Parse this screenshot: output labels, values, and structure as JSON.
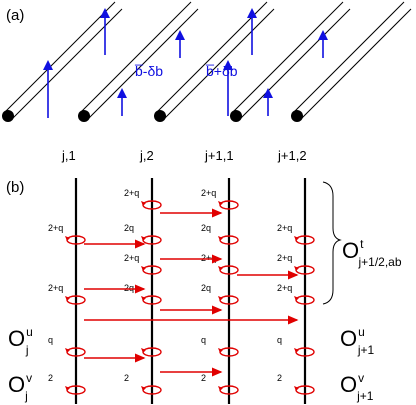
{
  "panel_a": {
    "label": "(a)",
    "field_labels": {
      "minus": "b̅-δb",
      "plus": "b̅+δb"
    },
    "column_labels": [
      "j,1",
      "j,2",
      "j+1,1",
      "j+1,2"
    ]
  },
  "panel_b": {
    "label": "(b)",
    "loop_rows": [
      {
        "labels": [
          "",
          "2+q",
          "2+q",
          ""
        ]
      },
      {
        "labels": [
          "2+q",
          "2q",
          "2q",
          "2+q"
        ]
      },
      {
        "labels": [
          "",
          "2+q",
          "2+q",
          "2+q"
        ]
      },
      {
        "labels": [
          "2+q",
          "2q",
          "2q",
          "2+q"
        ]
      },
      {
        "labels": [
          "q",
          "",
          "q",
          "q"
        ]
      },
      {
        "labels": [
          "2",
          "2",
          "2",
          "2"
        ]
      }
    ],
    "operators": {
      "ot_main": "O",
      "ot_sup": "t",
      "ot_sub": "j+1/2,ab",
      "ou_left_main": "O",
      "ou_left_sup": "u",
      "ou_left_sub": "j",
      "ov_left_main": "O",
      "ov_left_sup": "v",
      "ov_left_sub": "j",
      "ou_right_main": "O",
      "ou_right_sup": "u",
      "ou_right_sub": "j+1",
      "ov_right_main": "O",
      "ov_right_sup": "v",
      "ov_right_sub": "j+1"
    }
  },
  "colors": {
    "field_arrow": "#1010e0",
    "loop": "#e00000",
    "line": "#000000"
  }
}
